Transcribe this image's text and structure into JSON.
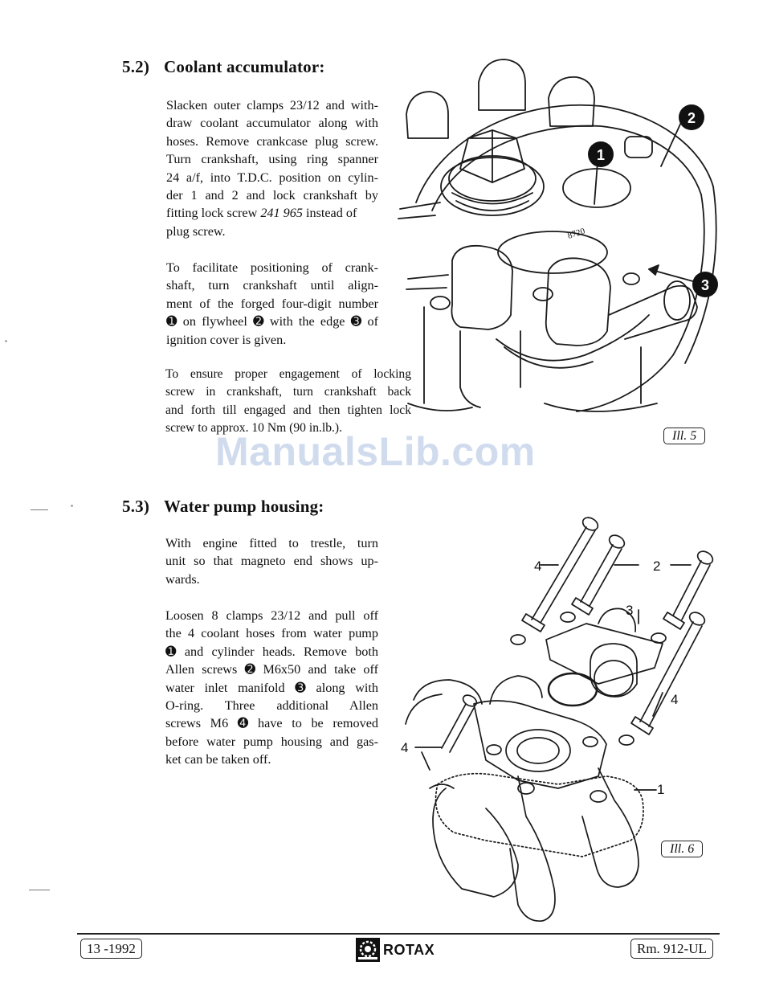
{
  "section_52": {
    "number": "5.2)",
    "title": "Coolant accumulator:",
    "p1": {
      "l1": "Slacken outer clamps 23/12 and with-",
      "l2": "draw coolant accumulator along with",
      "l3": "hoses. Remove crankcase plug screw.",
      "l4": "Turn crankshaft, using ring spanner",
      "l5": "24 a/f, into T.D.C. position on cylin-",
      "l6": "der 1 and 2 and lock crankshaft by",
      "l7_a": "fitting lock screw ",
      "l7_part": "241 965",
      "l7_b": " instead of",
      "l8": "plug screw."
    },
    "p2": {
      "l1": "To facilitate positioning of crank-",
      "l2": "shaft, turn crankshaft until align-",
      "l3": "ment of the forged four-digit number",
      "l4": "➊ on flywheel ➋ with the edge ➌ of",
      "l5": "ignition cover is given."
    },
    "p3": {
      "l1": "To ensure proper engagement of locking",
      "l2": "screw in crankshaft, turn crankshaft back",
      "l3": "and forth till engaged and then tighten lock",
      "l4": "screw to approx. 10 Nm (90 in.lb.)."
    },
    "illustration_label": "Ill. 5",
    "callouts": [
      "1",
      "2",
      "3"
    ],
    "engraving": "8720"
  },
  "watermark": "ManualsLib.com",
  "section_53": {
    "number": "5.3)",
    "title": "Water pump housing:",
    "p1": {
      "l1": "With engine fitted to trestle, turn",
      "l2": "unit so that magneto end shows up-",
      "l3": "wards."
    },
    "p2": {
      "l1": "Loosen 8 clamps 23/12 and pull off",
      "l2": "the 4 coolant hoses from water pump",
      "l3": "➊ and cylinder heads. Remove both",
      "l4": "Allen screws ➋ M6x50 and take off",
      "l5": "water inlet manifold ➌ along with",
      "l6": "O-ring. Three additional Allen",
      "l7": "screws M6 ➍ have to be removed",
      "l8": "before water pump housing and gas-",
      "l9": "ket can be taken off."
    },
    "illustration_label": "Ill. 6",
    "parts": {
      "p1": "1",
      "p2": "2",
      "p3": "3",
      "p4": "4"
    }
  },
  "footer": {
    "date": "13 -1992",
    "brand": "ROTAX",
    "ref": "Rm. 912-UL"
  }
}
